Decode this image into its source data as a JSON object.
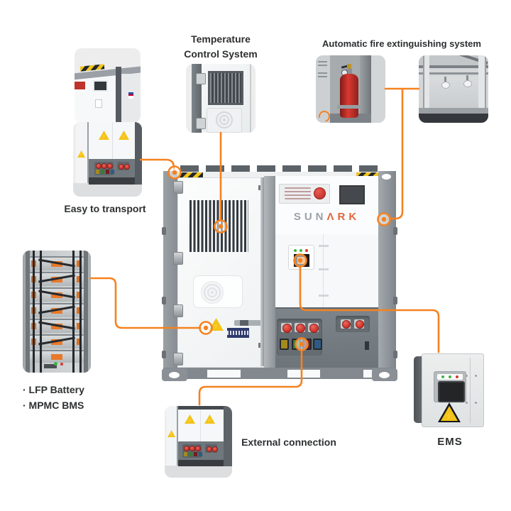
{
  "colors": {
    "accent": "#F58220",
    "label_text": "#2D2F31",
    "logo_gray": "#9AA1A6",
    "logo_orange": "#E0673A",
    "warning_yellow": "#F2C318",
    "hazard_yellow": "#F0C419",
    "led_green": "#3CB443",
    "led_red": "#D6372F",
    "connector_red": "#C93129"
  },
  "callouts": {
    "temperature": {
      "line1": "Temperature",
      "line2": "Control System"
    },
    "fire": {
      "label": "Automatic fire extinguishing system"
    },
    "transport": {
      "label": "Easy to transport"
    },
    "battery": {
      "items": [
        "· LFP Battery",
        "· MPMC BMS"
      ]
    },
    "external": {
      "label": "External connection"
    },
    "ems": {
      "label": "EMS"
    }
  },
  "unit": {
    "brand": {
      "part1": "SUN",
      "part2": "ΛRK"
    }
  }
}
